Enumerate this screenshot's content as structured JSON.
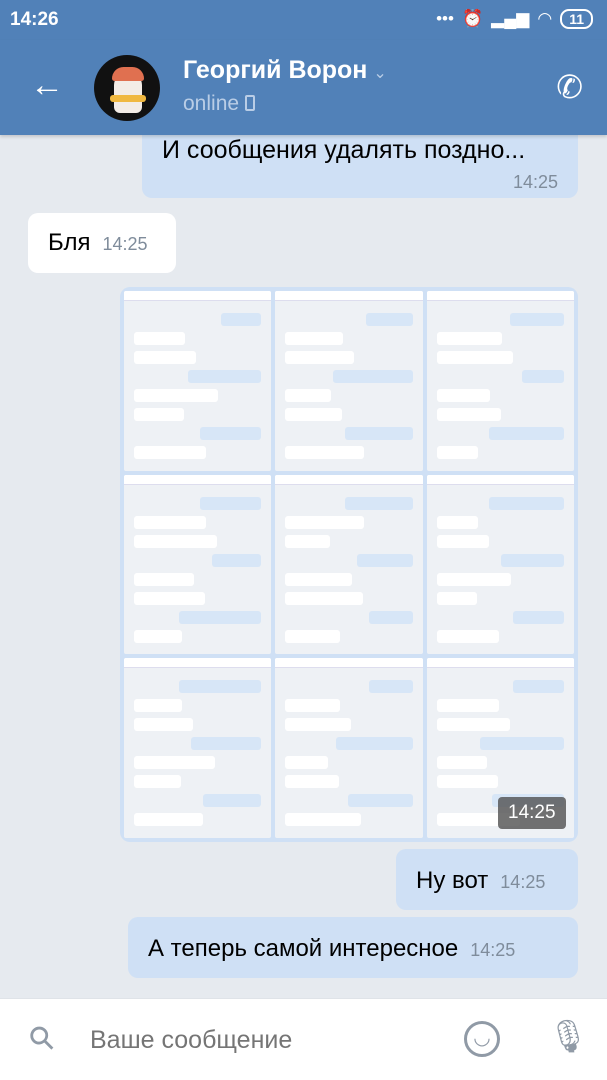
{
  "status_bar": {
    "time": "14:26",
    "battery": "11",
    "icons": [
      "more-icon",
      "alarm-icon",
      "signal-icon",
      "wifi-icon",
      "battery-icon"
    ]
  },
  "header": {
    "back_icon": "arrow-left-icon",
    "contact_name": "Георгий Ворон",
    "status": "online",
    "call_icon": "phone-icon"
  },
  "messages": [
    {
      "direction": "out",
      "text": "И сообщения удалять поздно...",
      "time": "14:25"
    },
    {
      "direction": "in",
      "text": "Бля",
      "time": "14:25"
    },
    {
      "direction": "out",
      "type": "images",
      "count": 9,
      "time": "14:25"
    },
    {
      "direction": "out",
      "text": "Ну вот",
      "time": "14:25"
    },
    {
      "direction": "out",
      "text": "А теперь самой интересное",
      "time": "14:25"
    }
  ],
  "composer": {
    "placeholder": "Ваше сообщение",
    "attach_icon": "paperclip-icon",
    "emoji_icon": "smile-icon",
    "mic_icon": "microphone-icon"
  },
  "colors": {
    "header": "#5181b8",
    "outgoing": "#cfe0f5",
    "incoming": "#ffffff",
    "background": "#e6eaef"
  }
}
